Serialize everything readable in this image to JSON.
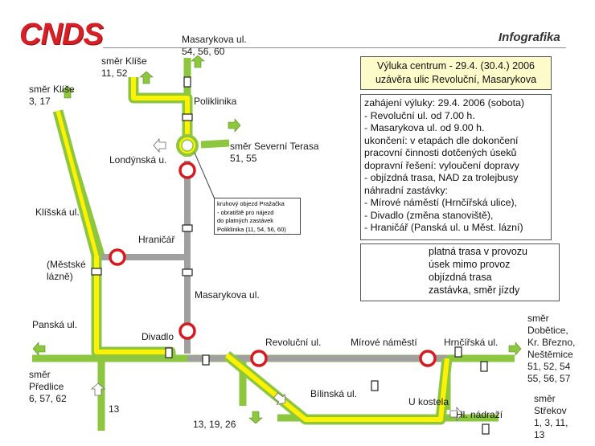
{
  "header": {
    "logo_text": "CNDS",
    "section_label": "Infografika"
  },
  "title_box": {
    "line1": "Výluka centrum - 29.4. (30.4.) 2006",
    "line2": "uzávěra ulic Revoluční, Masarykova"
  },
  "info_box": {
    "lines": [
      "zahájení výluky: 29.4. 2006 (sobota)",
      "- Revoluční ul.  od 7.00 h.",
      "- Masarykova ul. od 9.00 h.",
      "ukončení: v etapách dle dokončení",
      "pracovní činnosti dotčených úseků",
      "dopravní řešení: vyloučení dopravy",
      "- objízdná trasa, NAD za trolejbusy",
      "náhradní zastávky:",
      "- Mírové náměstí (Hrnčířská ulice),",
      "- Divadlo (změna stanoviště),",
      "- Hraničář (Panská ul. u Měst. lázní)"
    ]
  },
  "legend": {
    "items": [
      "platná trasa v provozu",
      "úsek mimo provoz",
      "objízdná trasa",
      "zastávka, směr jízdy"
    ],
    "colors": {
      "valid_route": "#8dc63f",
      "closed_section": "#a0a0a0",
      "closed_marker": "#d71920",
      "detour": "#fff200"
    }
  },
  "note": {
    "lines": [
      "kruhový objezd Pražačka",
      "- obratiště pro nájezd",
      "do platných zastávek",
      "Poliklinika (11, 54, 56, 60)"
    ]
  },
  "map_labels": {
    "masarykova_top": "Masarykova ul.",
    "masarykova_top_lines": "54, 56, 60",
    "smer_klise_1": "směr Klíše",
    "smer_klise_1_lines": "11, 52",
    "smer_klise_2": "směr Klíše",
    "smer_klise_2_lines": "3, 17",
    "poliklinika": "Poliklinika",
    "smer_severni_terasa": "směr Severní Terasa",
    "severni_terasa_lines": "51, 55",
    "londynska": "Londýnská u.",
    "klisska": "Klíšská ul.",
    "hranicar": "Hraničář",
    "mestske_lazne_1": "(Městské",
    "mestske_lazne_2": "lázně)",
    "masarykova_mid": "Masarykova ul.",
    "panska": "Panská ul.",
    "divadlo": "Divadlo",
    "revolucni": "Revoluční ul.",
    "mirove_namesti": "Mírové náměstí",
    "hrncirska": "Hrnčířská ul.",
    "smer_predlice": "směr",
    "smer_predlice_2": "Předlice",
    "predlice_lines": "6, 57, 62",
    "line_13_left": "13",
    "lines_bottom": "13, 19, 26",
    "bilinska": "Bílinská ul.",
    "u_kostela": "U kostela",
    "hl_nadrazi": "Hl. nádraží",
    "smer_dobetice": "směr",
    "dobetice_1": "Dobětice,",
    "dobetice_2": "Kr. Březno,",
    "dobetice_3": "Neštěmice",
    "dobetice_lines_1": "51, 52, 54",
    "dobetice_lines_2": "55, 56, 57",
    "smer_strekov": "směr",
    "strekov": "Střekov",
    "strekov_lines_1": "1, 3, 11,",
    "strekov_lines_2": "13"
  }
}
